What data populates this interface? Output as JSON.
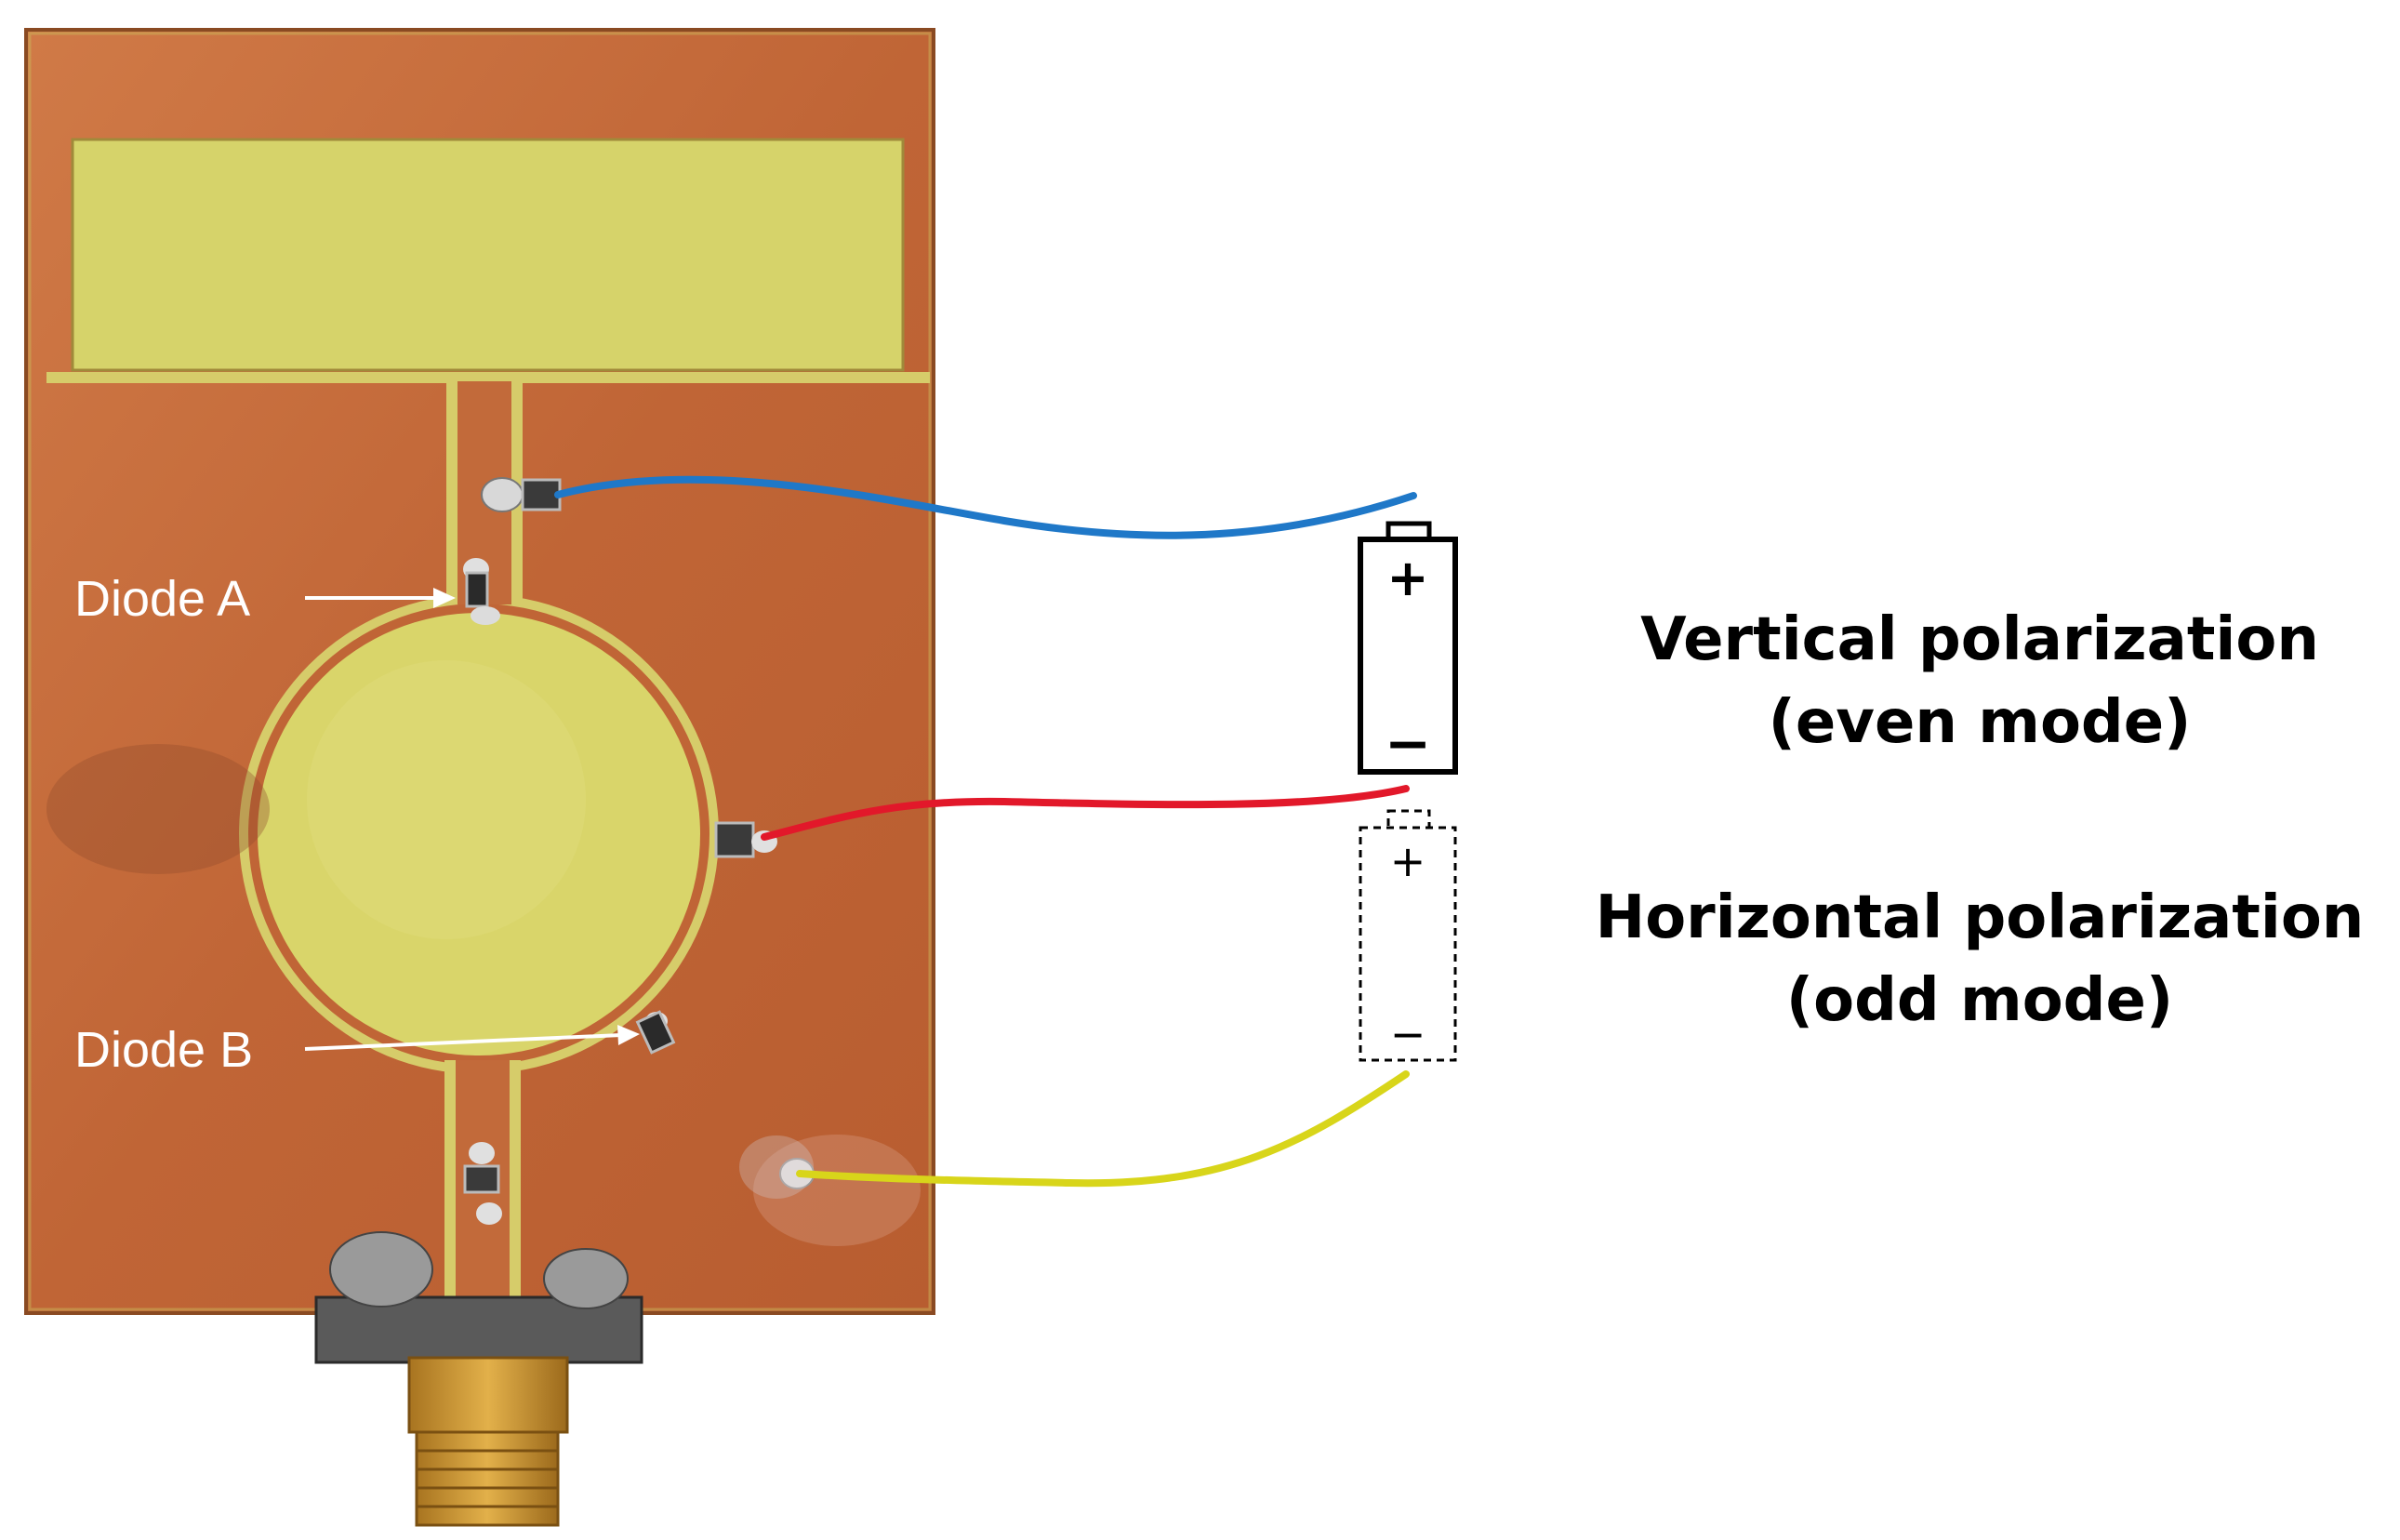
{
  "labels": {
    "diode_a": "Diode A",
    "diode_b": "Diode B"
  },
  "polarizations": {
    "vertical_title": "Vertical polarization",
    "vertical_mode": "(even mode)",
    "horizontal_title": "Horizontal polarization",
    "horizontal_mode": "(odd mode)"
  },
  "battery": {
    "plus_symbol": "+",
    "minus_symbol": "−"
  },
  "colors": {
    "copper": "#c56b3c",
    "substrate": "#d9d56a",
    "wire_blue": "#1f78c8",
    "wire_red": "#e2182a",
    "wire_yellow": "#d8d51a",
    "connector_gold": "#c8922e"
  }
}
